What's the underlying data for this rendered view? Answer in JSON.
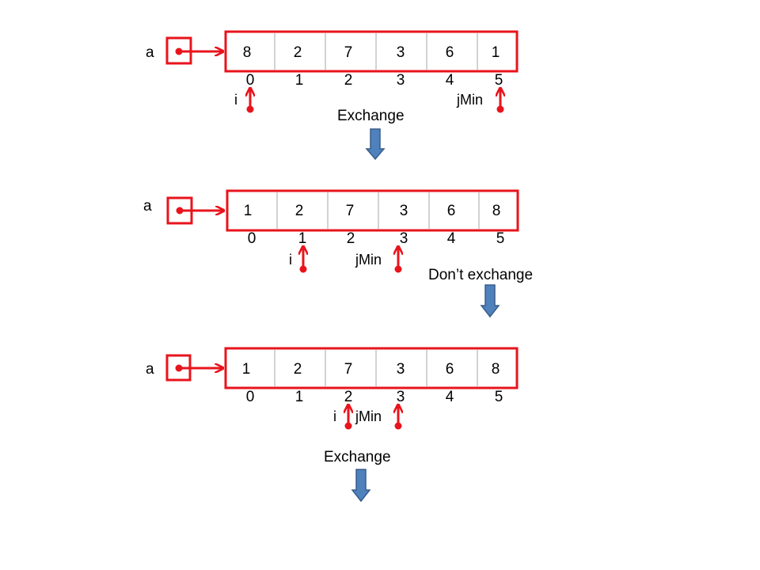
{
  "colors": {
    "accent_red": "#e8141c",
    "step_arrow_fill": "#4f81bd",
    "step_arrow_stroke": "#385d8a",
    "divider": "#a6a6a6"
  },
  "steps": [
    {
      "array_name": "a",
      "values": [
        "8",
        "2",
        "7",
        "3",
        "6",
        "1"
      ],
      "indices": [
        "0",
        "1",
        "2",
        "3",
        "4",
        "5"
      ],
      "pointer_i_label": "i",
      "pointer_jmin_label": "jMin",
      "action": "Exchange"
    },
    {
      "array_name": "a",
      "values": [
        "1",
        "2",
        "7",
        "3",
        "6",
        "8"
      ],
      "indices": [
        "0",
        "1",
        "2",
        "3",
        "4",
        "5"
      ],
      "pointer_i_label": "i",
      "pointer_jmin_label": "jMin",
      "action": "Don’t exchange"
    },
    {
      "array_name": "a",
      "values": [
        "1",
        "2",
        "7",
        "3",
        "6",
        "8"
      ],
      "indices": [
        "0",
        "1",
        "2",
        "3",
        "4",
        "5"
      ],
      "pointer_i_label": "i",
      "pointer_jmin_label": "jMin",
      "action": "Exchange"
    }
  ]
}
